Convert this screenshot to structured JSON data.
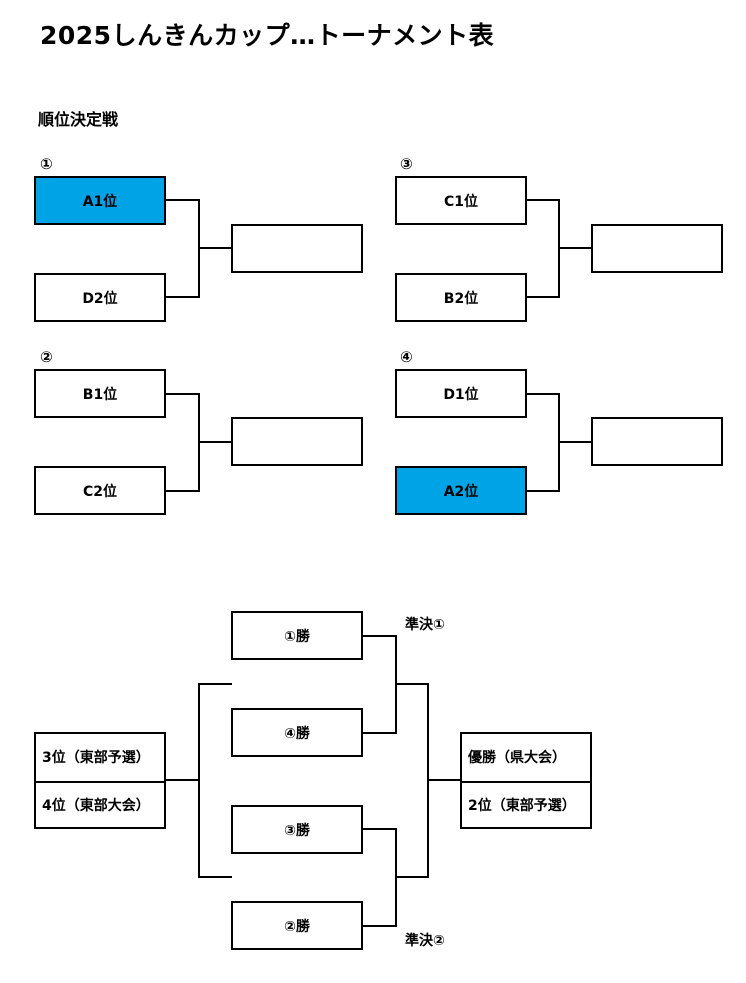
{
  "title": "2025しんきんカップ…トーナメント表",
  "section_label": "順位決定戦",
  "colors": {
    "highlight": "#00a3e6",
    "line": "#000000"
  },
  "groups": {
    "g1": {
      "marker": "①",
      "top": "A1位",
      "bottom": "D2位",
      "top_highlight": true,
      "bottom_highlight": false
    },
    "g2": {
      "marker": "②",
      "top": "B1位",
      "bottom": "C2位",
      "top_highlight": false,
      "bottom_highlight": false
    },
    "g3": {
      "marker": "③",
      "top": "C1位",
      "bottom": "B2位",
      "top_highlight": false,
      "bottom_highlight": false
    },
    "g4": {
      "marker": "④",
      "top": "D1位",
      "bottom": "A2位",
      "top_highlight": false,
      "bottom_highlight": true
    }
  },
  "finals": {
    "slots": [
      "①勝",
      "④勝",
      "③勝",
      "②勝"
    ],
    "semi_labels": [
      "準決①",
      "準決②"
    ],
    "left_entry": [
      "3位（東部予選）",
      "4位（東部大会）"
    ],
    "right_entry": [
      "優勝（県大会）",
      "2位（東部予選）"
    ]
  }
}
